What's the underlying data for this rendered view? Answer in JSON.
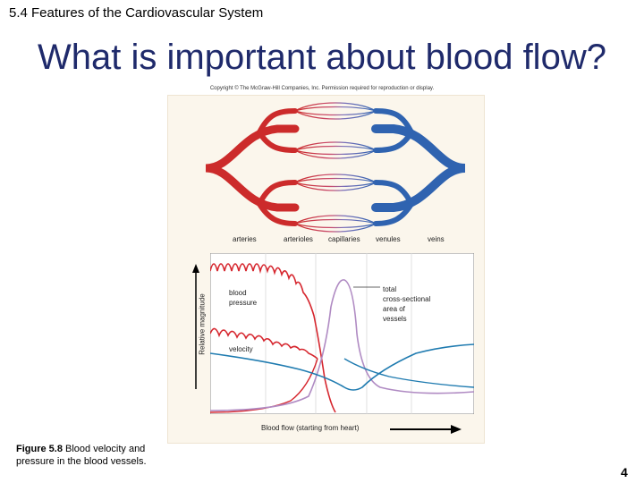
{
  "header": {
    "section": "5.4 Features of the Cardiovascular System",
    "title": "What is important about blood flow?"
  },
  "figure": {
    "copyright": "Copyright © The McGraw-Hill Companies, Inc. Permission required for reproduction or display.",
    "vessel_labels": [
      "arteries",
      "arterioles",
      "capillaries",
      "venules",
      "veins"
    ],
    "y_axis_label": "Relative magnitude",
    "x_axis_label": "Blood flow (starting from heart)",
    "curve_labels": {
      "pressure": [
        "blood",
        "pressure"
      ],
      "area": [
        "total",
        "cross-sectional",
        "area of",
        "vessels"
      ],
      "velocity": "velocity"
    }
  },
  "caption": {
    "figure_number": "Figure 5.8",
    "text": " Blood velocity and pressure in the blood vessels."
  },
  "page_number": "4",
  "colors": {
    "title": "#1f2a6b",
    "arteries": "#cc2b2b",
    "veins": "#2f63b0",
    "pressure_curve": "#d6262e",
    "area_curve": "#b08bc3",
    "velocity_curve": "#1f7bb0"
  }
}
